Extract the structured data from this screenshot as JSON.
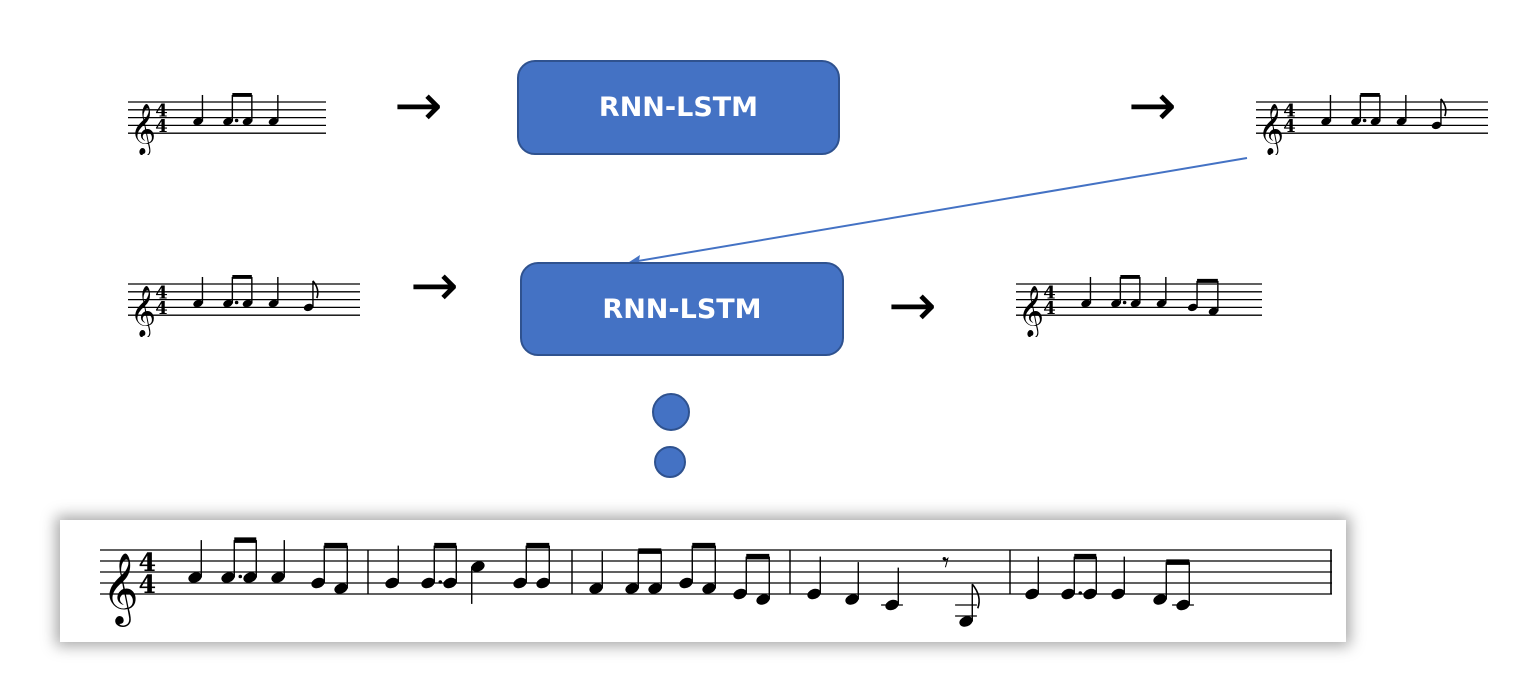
{
  "colors": {
    "node_fill": "#4472c4",
    "node_border": "#2f528f",
    "feedback_line": "#4472c4",
    "ink": "#000000"
  },
  "icons": {
    "flow_arrow": "→",
    "staff_icon": "treble-clef-staff-icon",
    "continuation": "vertical-dots-icon"
  },
  "step1": {
    "model_label": "RNN-LSTM",
    "input_notes": [
      "quarter",
      "dotted-eighth",
      "sixteenth",
      "quarter"
    ],
    "output_notes": [
      "quarter",
      "dotted-eighth",
      "sixteenth",
      "quarter",
      "eighth"
    ]
  },
  "step2": {
    "model_label": "RNN-LSTM",
    "input_notes": [
      "quarter",
      "dotted-eighth",
      "sixteenth",
      "quarter",
      "eighth"
    ],
    "output_notes": [
      "quarter",
      "dotted-eighth",
      "sixteenth",
      "quarter",
      "eighth",
      "eighth"
    ]
  },
  "time_signature": {
    "numerator": "4",
    "denominator": "4"
  },
  "continuation_dots": 2,
  "final_melody": {
    "measures": 5
  }
}
